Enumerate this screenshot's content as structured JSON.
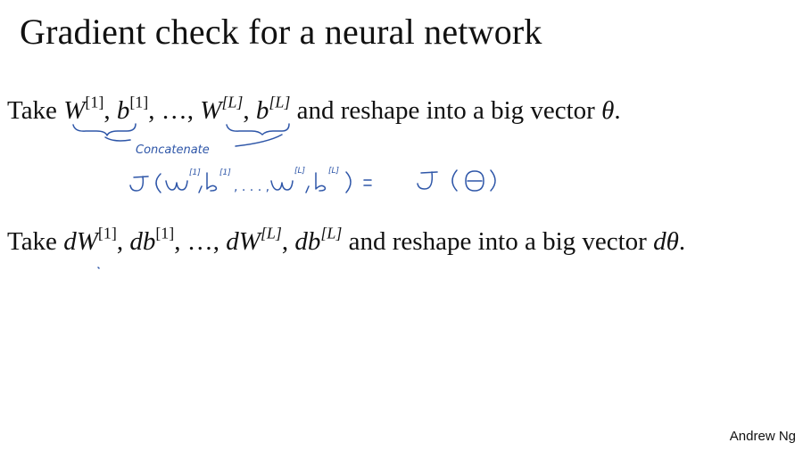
{
  "title": "Gradient check for a neural network",
  "line1": {
    "take": "Take",
    "w1": "W",
    "w1_sup": "[1]",
    "b1": "b",
    "b1_sup": "[1]",
    "dots": "…",
    "wl": "W",
    "wl_sup": "[L]",
    "bl": "b",
    "bl_sup": "[L]",
    "rest": "and reshape into a big vector",
    "theta": "θ",
    "period": "."
  },
  "line2": {
    "take": "Take",
    "dw1": "dW",
    "dw1_sup": "[1]",
    "db1": "db",
    "db1_sup": "[1]",
    "dots": "…",
    "dwl": "dW",
    "dwl_sup": "[L]",
    "dbl": "db",
    "dbl_sup": "[L]",
    "rest": "and reshape into a big vector",
    "dtheta": "dθ",
    "period": "."
  },
  "annotations": {
    "concatenate": "Concatenate",
    "j_equation": "J(W[1], b[1], …, W[L], b[L]) = J(θ)"
  },
  "author": "Andrew Ng",
  "colors": {
    "ink": "#2e56a8",
    "text": "#111111",
    "background": "#ffffff"
  }
}
